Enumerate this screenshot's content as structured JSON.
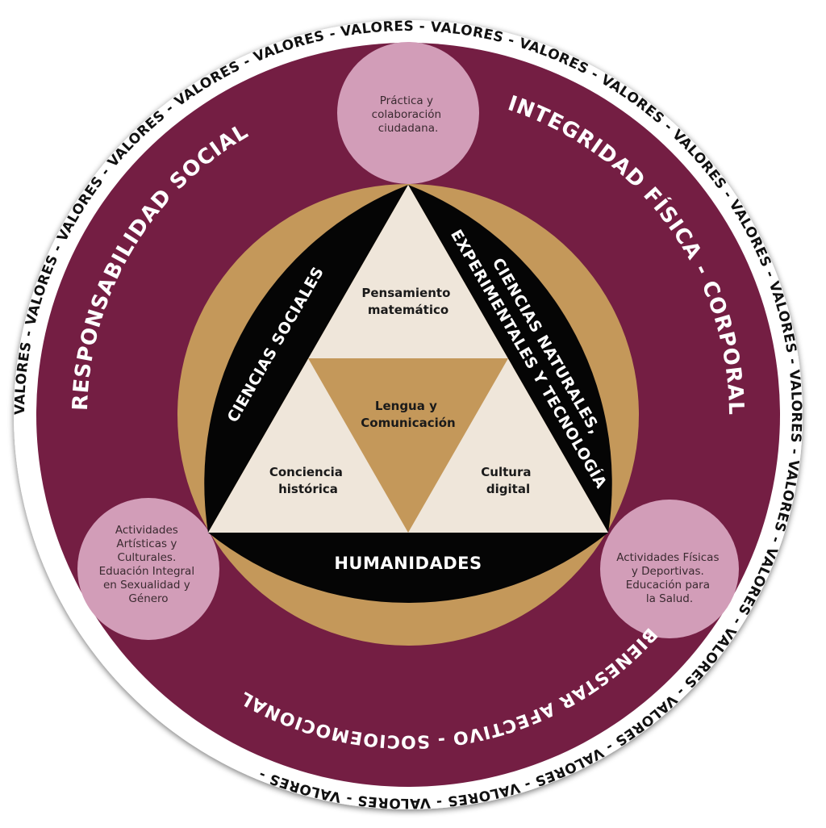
{
  "colors": {
    "outer_ring": "#ffffff",
    "maroon": "#741e43",
    "gold": "#c4985a",
    "black": "#050505",
    "cream": "#efe6da",
    "pink": "#d29db8",
    "ring_text": "#111111"
  },
  "outer_ring": {
    "word": "VALORES",
    "separator": " - ",
    "repeat": 22
  },
  "dimensions": {
    "top": "RESPONSABILIDAD SOCIAL",
    "right": "INTEGRIDAD FÍSICA - CORPORAL",
    "bottom": "BIENESTAR AFECTIVO - SOCIOEMOCIONAL"
  },
  "pink_circles": {
    "top": [
      "Práctica y",
      "colaboración",
      "ciudadana."
    ],
    "left": [
      "Actividades",
      "Artísticas y",
      "Culturales.",
      "Eduación Integral",
      "en Sexualidad y",
      "Género"
    ],
    "right": [
      "Actividades Físicas",
      "y Deportivas.",
      "Educación para",
      "la Salud."
    ]
  },
  "bands": {
    "left": "CIENCIAS SOCIALES",
    "right_line1": "CIENCIAS NATURALES,",
    "right_line2": "EXPERIMENTALES Y TECNOLOGÍA",
    "bottom": "HUMANIDADES"
  },
  "triangle": {
    "top": [
      "Pensamiento",
      "matemático"
    ],
    "center": [
      "Lengua y",
      "Comunicación"
    ],
    "left": [
      "Conciencia",
      "histórica"
    ],
    "right": [
      "Cultura",
      "digital"
    ]
  }
}
